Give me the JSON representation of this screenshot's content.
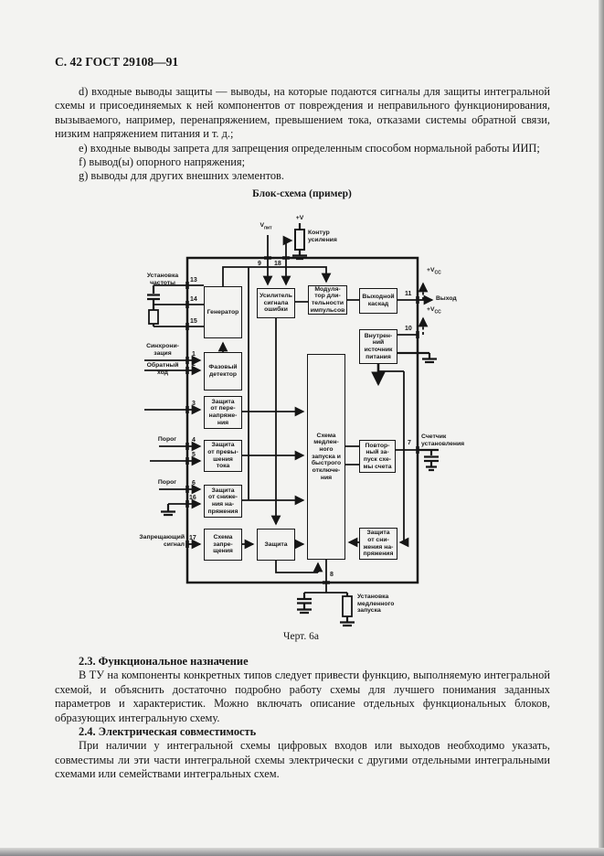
{
  "page": {
    "header": "С. 42 ГОСТ 29108—91"
  },
  "intro": {
    "item_d": "d) входные выводы защиты — выводы, на которые подаются сигналы для защиты интегральной схемы и присоединяемых к ней компонентов от повреждения и неправильного функционирования, вызываемого, например, перенапряжением, превышением тока, отказами системы обратной связи, низким напряжением питания и т. д.;",
    "item_e": "e) входные выводы запрета для запрещения определенным способом нормальной работы ИИП;",
    "item_f": "f) вывод(ы) опорного напряжения;",
    "item_g": "g) выводы для других внешних элементов."
  },
  "diagram": {
    "title": "Блок-схема (пример)",
    "caption": "Черт. 6а",
    "blocks": {
      "generator": "Генератор",
      "phase_detector": "Фазовый\nдетектор",
      "error_amp": "Усилитель\nсигнала\nошибки",
      "pwm": "Модуля-\nтор дли-\nтельности\nимпульсов",
      "output_stage": "Выходной\nкаскад",
      "internal_supply": "Внутрен-\nний\nисточник\nпитания",
      "overvoltage": "Защита\nот пере-\nнапряже-\nния",
      "overcurrent": "Защита\nот превы-\nшения\nтока",
      "undervoltage_left": "Защита\nот сниже-\nния на-\nпряжения",
      "inhibit_circuit": "Схема\nзапре-\nщения",
      "protection": "Защита",
      "slow_start": "Схема\nмедлен-\nного\nзапуска и\nбыстрого\nотключе-\nния",
      "restart_counter": "Повтор-\nный за-\nпуск схе-\nмы счета",
      "undervoltage_right": "Защита\nот сни-\nжения на-\nпряжения"
    },
    "labels": {
      "freq_set": "Установка\nчастоты",
      "sync": "Синхрони-\nзация",
      "flyback": "Обратный\nход",
      "threshold1": "Порог",
      "threshold2": "Порог",
      "inhibit_signal": "Запрещающий\nсигнал",
      "output": "Выход",
      "settle_counter": "Счетчик\nустановления",
      "slow_start_set": "Установка\nмедленного\nзапуска",
      "gain_loop": "Контур\nусиления",
      "plus_v": "+V",
      "v_main": "V",
      "v_main_sub": "пит",
      "vcc": "+V",
      "vcc_sub": "CC"
    },
    "pins": {
      "p1": "1",
      "p2": "2",
      "p3": "3",
      "p4": "4",
      "p5": "5",
      "p6": "6",
      "p7": "7",
      "p8": "8",
      "p9": "9",
      "p10": "10",
      "p11": "11",
      "p13": "13",
      "p14": "14",
      "p15": "15",
      "p16": "16",
      "p17": "17",
      "p18": "18"
    }
  },
  "sections": {
    "s23_title": "2.3. Функциональное назначение",
    "s23_body": "В ТУ на компоненты конкретных типов следует привести функцию, выполняемую интегральной схемой, и объяснить достаточно подробно работу схемы для лучшего понимания заданных параметров и характеристик. Можно включать описание отдельных функциональных блоков, образующих интегральную схему.",
    "s24_title": "2.4. Электрическая совместимость",
    "s24_body": "При наличии у интегральной схемы цифровых входов или выходов необходимо указать, совместимы ли эти части интегральной схемы электрически с другими отдельными интегральными схемами или семействами интегральных схем."
  }
}
